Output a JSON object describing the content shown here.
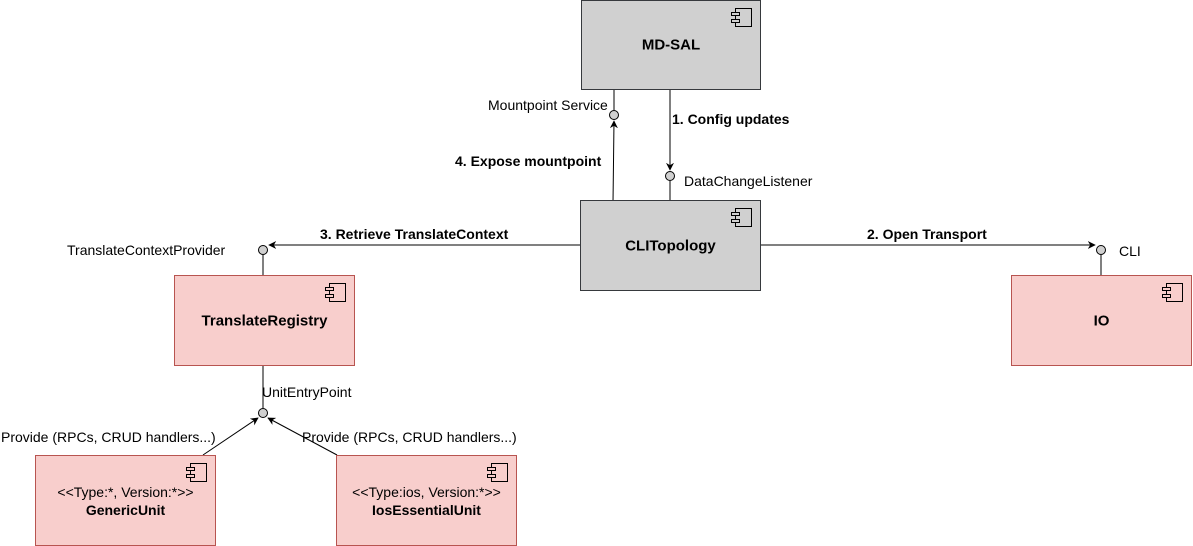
{
  "components": {
    "mdsal": {
      "name": "MD-SAL",
      "fill": "#d0d0d0"
    },
    "clitopology": {
      "name": "CLITopology",
      "fill": "#d0d0d0"
    },
    "translate_registry": {
      "name": "TranslateRegistry",
      "fill": "#f8cecc"
    },
    "io": {
      "name": "IO",
      "fill": "#f8cecc"
    },
    "generic_unit": {
      "name": "GenericUnit",
      "stereotype": "<<Type:*, Version:*>>",
      "fill": "#f8cecc"
    },
    "ios_essential_unit": {
      "name": "IosEssentialUnit",
      "stereotype": "<<Type:ios, Version:*>>",
      "fill": "#f8cecc"
    }
  },
  "interfaces": {
    "mountpoint_service": "Mountpoint Service",
    "data_change_listener": "DataChangeListener",
    "translate_context_provider": "TranslateContextProvider",
    "cli": "CLI",
    "unit_entry_point": "UnitEntryPoint"
  },
  "edges": {
    "config_updates": "1. Config updates",
    "open_transport": "2. Open Transport",
    "retrieve_translate_context": "3. Retrieve TranslateContext",
    "expose_mountpoint": "4. Expose mountpoint",
    "provide_generic": "Provide (RPCs, CRUD handlers...)",
    "provide_ios": "Provide (RPCs, CRUD handlers...)"
  }
}
